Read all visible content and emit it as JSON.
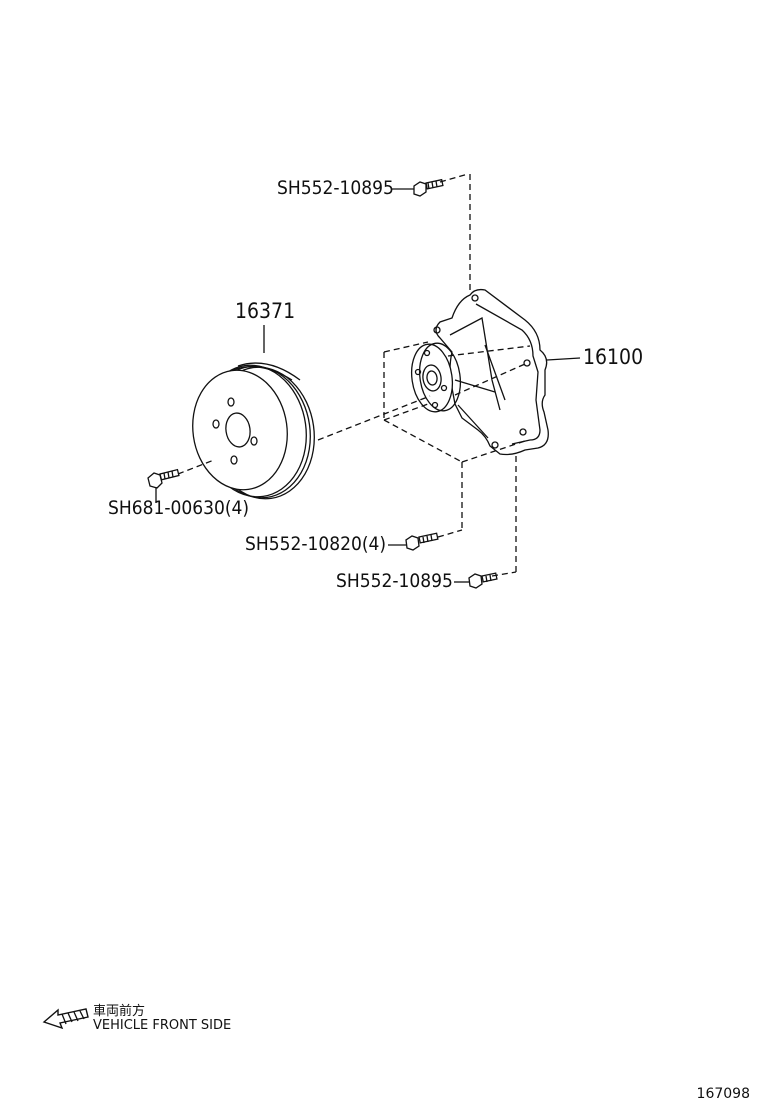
{
  "parts": {
    "pulley_number": "16371",
    "water_pump_number": "16100",
    "bolt_top": "SH552-10895",
    "bolt_pulley": "SH681-00630(4)",
    "bolt_middle": "SH552-10820(4)",
    "bolt_bottom": "SH552-10895"
  },
  "direction": {
    "japanese": "車両前方",
    "english": "VEHICLE FRONT SIDE"
  },
  "figure_id": "167098",
  "colors": {
    "line": "#111111",
    "background": "#ffffff"
  }
}
